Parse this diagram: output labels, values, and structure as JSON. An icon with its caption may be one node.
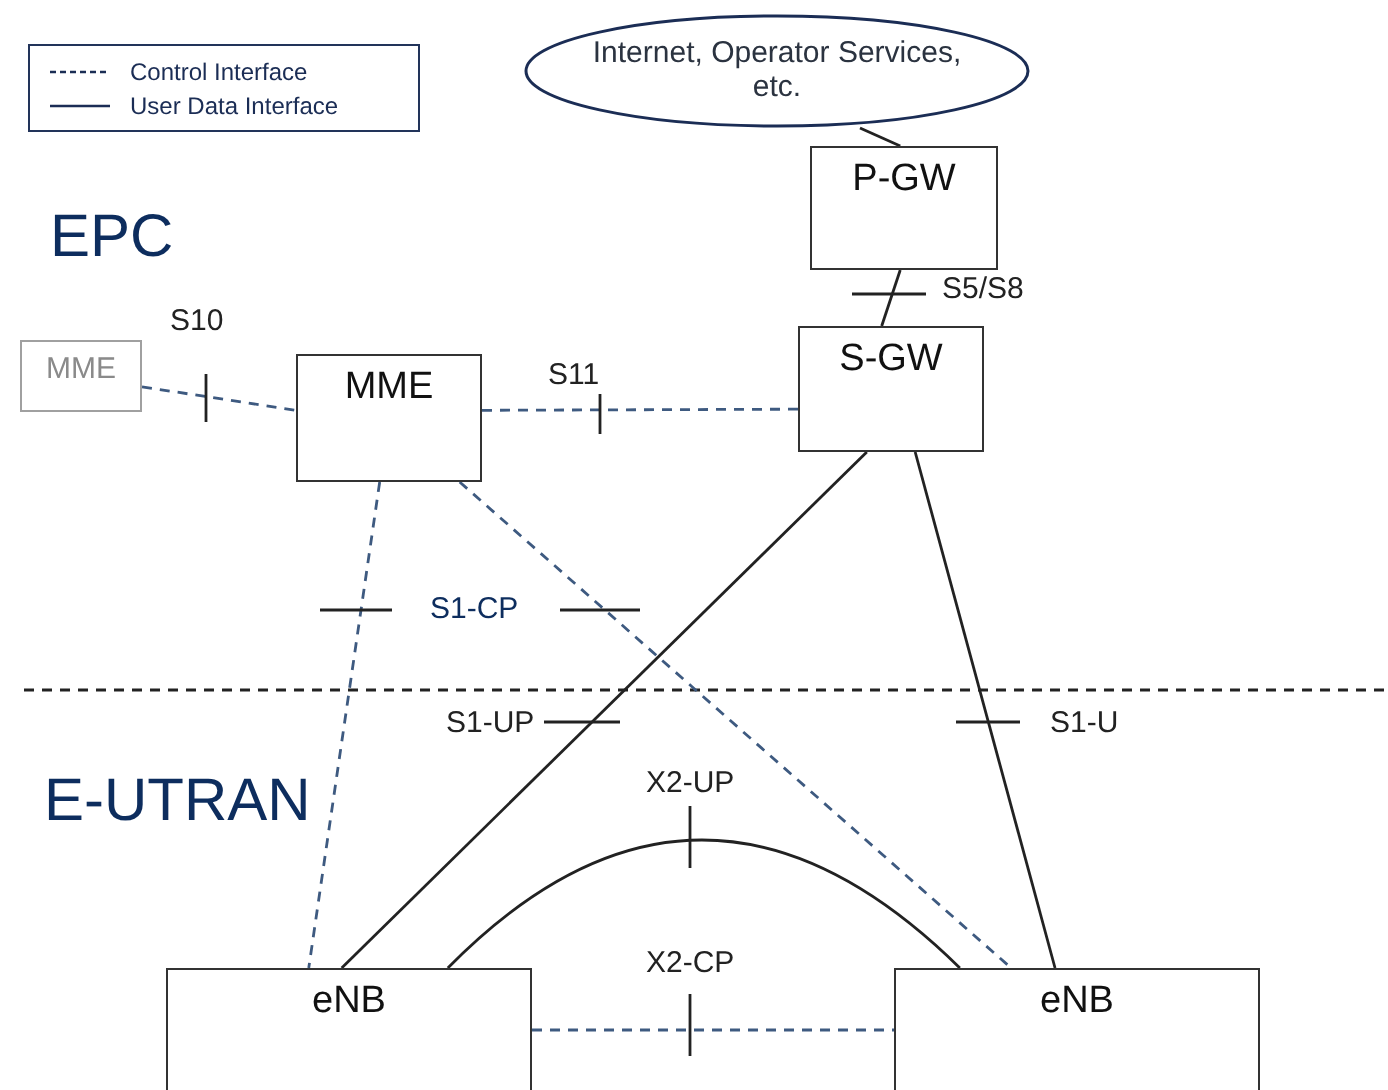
{
  "diagram": {
    "nodes": [
      {
        "text": [
          "Internet, Operator Services, etc."
        ]
      },
      {
        "text": [
          "P-GW"
        ]
      },
      {
        "text": [
          "S-GW"
        ]
      },
      {
        "text": [
          "MME"
        ]
      },
      {
        "text": [
          "MME"
        ]
      },
      {
        "text": [
          "eNB"
        ]
      },
      {
        "text": [
          "eNB"
        ]
      }
    ],
    "edges": [
      {
        "from": 0,
        "to": 1,
        "arrow": "none"
      },
      {
        "from": 1,
        "to": 2,
        "arrow": "none",
        "label": "S5/S8"
      },
      {
        "from": 3,
        "to": 4,
        "arrow": "none",
        "label": "S10",
        "style": "dashed",
        "color": "#3e5a80"
      },
      {
        "from": 4,
        "to": 2,
        "arrow": "none",
        "label": "S11",
        "style": "dashed",
        "color": "#3e5a80"
      },
      {
        "from": 4,
        "to": 5,
        "arrow": "none",
        "style": "dashed",
        "color": "#3e5a80"
      },
      {
        "from": 4,
        "to": 6,
        "arrow": "none",
        "style": "dashed",
        "color": "#3e5a80"
      },
      {
        "from": 2,
        "to": 5,
        "arrow": "none",
        "label": "S1-UP"
      },
      {
        "from": 2,
        "to": 6,
        "arrow": "none",
        "label": "S1-U"
      },
      {
        "from": 5,
        "to": 6,
        "arrow": "none",
        "label": "X2-UP"
      },
      {
        "from": 5,
        "to": 6,
        "arrow": "none",
        "label": "X2-CP",
        "style": "dashed",
        "color": "#3e5a80"
      }
    ],
    "labels": [
      "EPC",
      "S1-CP",
      "E-UTRAN"
    ],
    "legend": [
      {
        "text": "Control Interface"
      },
      {
        "text": "User Data Interface"
      }
    ]
  }
}
